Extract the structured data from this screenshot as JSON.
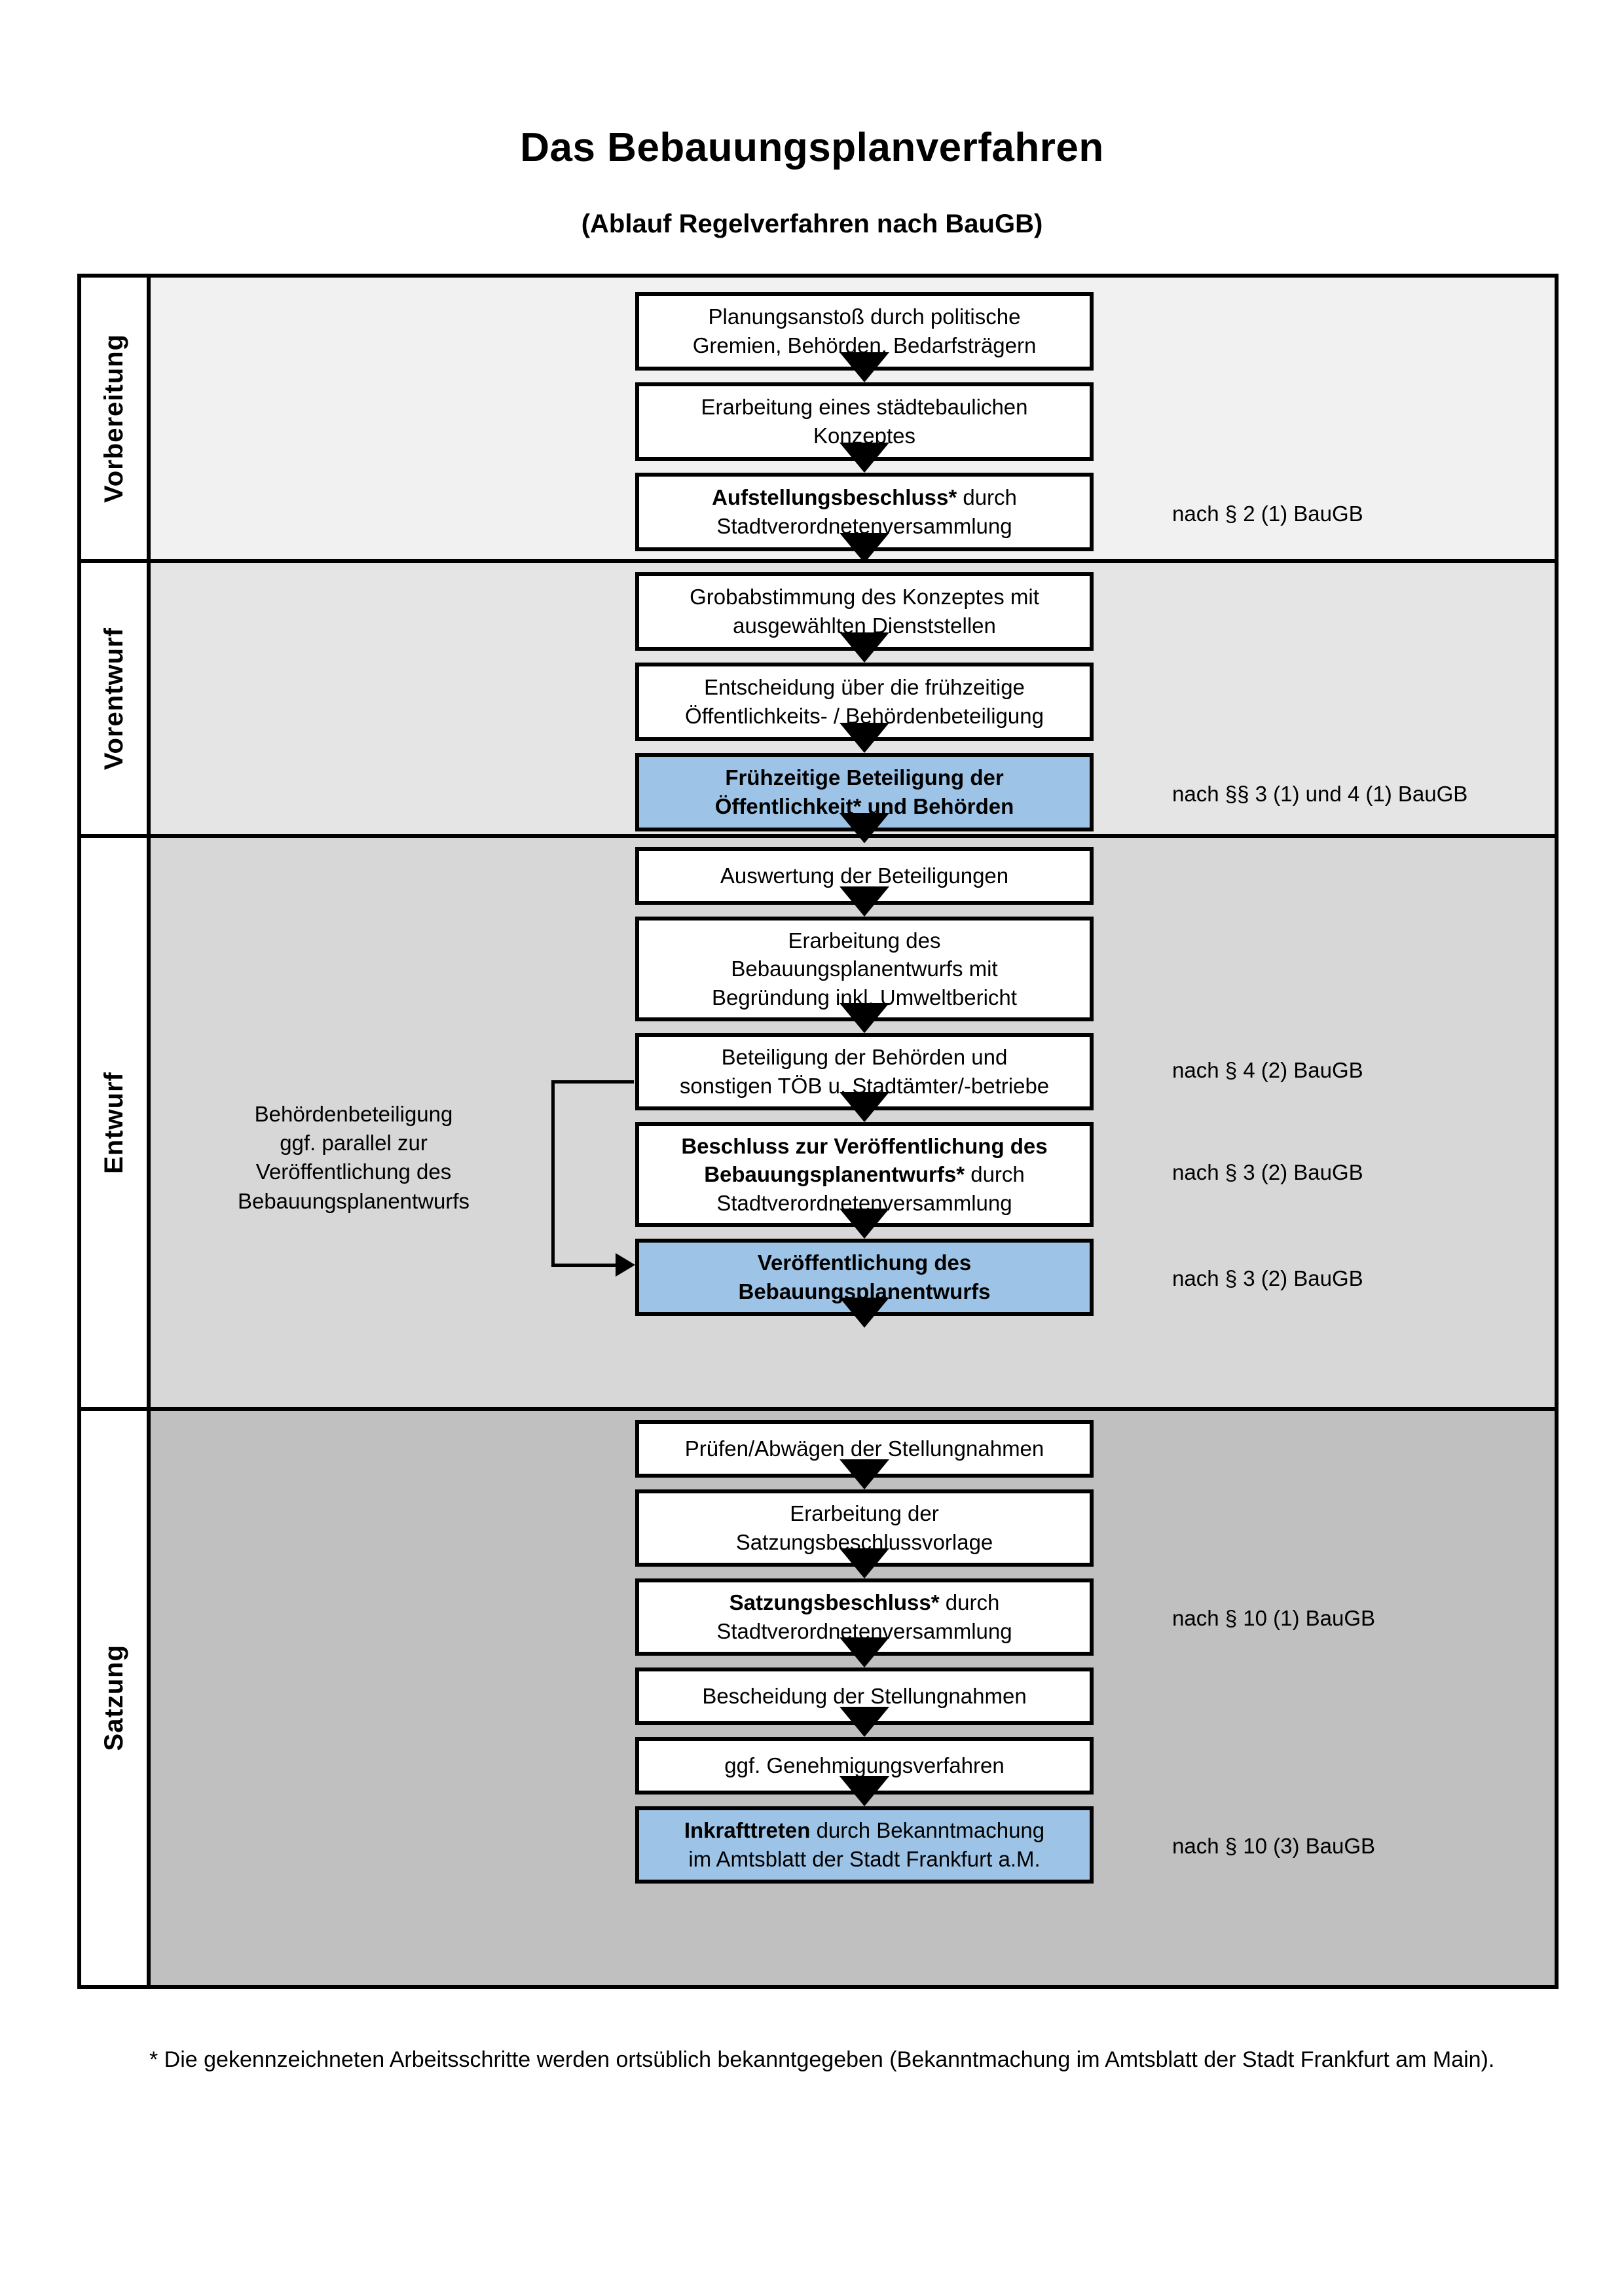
{
  "header": {
    "title": "Das Bebauungsplanverfahren",
    "subtitle": "(Ablauf Regelverfahren nach BauGB)"
  },
  "colors": {
    "highlight_blue": "#9DC3E6",
    "phase_tint_vorbereitung": "#F1F1F1",
    "phase_tint_vorentwurf": "#E5E5E5",
    "phase_tint_entwurf": "#D7D7D7",
    "phase_tint_satzung": "#C0C0C0",
    "outline": "#000000"
  },
  "phases": [
    {
      "id": "vorbereitung",
      "label": "Vorbereitung",
      "steps": [
        {
          "id": "planungsanstoss",
          "lines": [
            {
              "bold": "",
              "rest": "Planungsanstoß durch politische"
            },
            {
              "bold": "",
              "rest": "Gremien, Behörden, Bedarfsträgern"
            }
          ],
          "highlight": false
        },
        {
          "id": "staedtebauliches-konzept",
          "lines": [
            {
              "bold": "",
              "rest": "Erarbeitung eines städtebaulichen"
            },
            {
              "bold": "",
              "rest": "Konzeptes"
            }
          ],
          "highlight": false
        },
        {
          "id": "aufstellungsbeschluss",
          "lines": [
            {
              "bold": "Aufstellungsbeschluss*",
              "rest": " durch"
            },
            {
              "bold": "",
              "rest": "Stadtverordnetenversammlung"
            }
          ],
          "highlight": false
        }
      ],
      "legal_refs": [
        {
          "id": "ref-par-2-1",
          "text": "nach § 2 (1) BauGB"
        }
      ]
    },
    {
      "id": "vorentwurf",
      "label": "Vorentwurf",
      "steps": [
        {
          "id": "grobabstimmung",
          "lines": [
            {
              "bold": "",
              "rest": "Grobabstimmung des Konzeptes mit"
            },
            {
              "bold": "",
              "rest": "ausgewählten Dienststellen"
            }
          ],
          "highlight": false
        },
        {
          "id": "entscheidung-fruehzeitige-beteiligung",
          "lines": [
            {
              "bold": "",
              "rest": "Entscheidung über die frühzeitige"
            },
            {
              "bold": "",
              "rest": "Öffentlichkeits- / Behördenbeteiligung"
            }
          ],
          "highlight": false
        },
        {
          "id": "fruehzeitige-beteiligung",
          "lines": [
            {
              "bold": "Frühzeitige Beteiligung der",
              "rest": ""
            },
            {
              "bold": "Öffentlichkeit* und Behörden",
              "rest": ""
            }
          ],
          "highlight": true
        }
      ],
      "legal_refs": [
        {
          "id": "ref-par-3-1-4-1",
          "text": "nach §§ 3 (1) und 4 (1) BauGB"
        }
      ]
    },
    {
      "id": "entwurf",
      "label": "Entwurf",
      "side_note": "Behördenbeteiligung ggf. parallel zur Veröffentlichung des Bebauungsplanentwurfs",
      "side_note_lines": [
        "Behördenbeteiligung",
        "ggf. parallel zur",
        "Veröffentlichung des",
        "Bebauungsplanentwurfs"
      ],
      "steps": [
        {
          "id": "auswertung-beteiligungen",
          "lines": [
            {
              "bold": "",
              "rest": "Auswertung der Beteiligungen"
            }
          ],
          "highlight": false
        },
        {
          "id": "erarbeitung-bebauungsplanentwurf",
          "lines": [
            {
              "bold": "",
              "rest": "Erarbeitung des"
            },
            {
              "bold": "",
              "rest": "Bebauungsplanentwurfs mit"
            },
            {
              "bold": "",
              "rest": "Begründung inkl. Umweltbericht"
            }
          ],
          "highlight": false
        },
        {
          "id": "beteiligung-behoerden-toeb",
          "lines": [
            {
              "bold": "",
              "rest": "Beteiligung der Behörden und"
            },
            {
              "bold": "",
              "rest": "sonstigen TÖB u. Stadtämter/-betriebe"
            }
          ],
          "highlight": false
        },
        {
          "id": "beschluss-veroeffentlichung",
          "lines": [
            {
              "bold": "Beschluss zur Veröffentlichung des",
              "rest": ""
            },
            {
              "bold": "Bebauungsplanentwurfs*",
              "rest": " durch"
            },
            {
              "bold": "",
              "rest": "Stadtverordnetenversammlung"
            }
          ],
          "highlight": false
        },
        {
          "id": "veroeffentlichung-entwurf",
          "lines": [
            {
              "bold": "Veröffentlichung des",
              "rest": ""
            },
            {
              "bold": "Bebauungsplanentwurfs",
              "rest": ""
            }
          ],
          "highlight": true
        }
      ],
      "legal_refs": [
        {
          "id": "ref-par-4-2",
          "text": "nach § 4 (2) BauGB"
        },
        {
          "id": "ref-par-3-2-a",
          "text": "nach § 3 (2) BauGB"
        },
        {
          "id": "ref-par-3-2-b",
          "text": "nach § 3 (2) BauGB"
        }
      ]
    },
    {
      "id": "satzung",
      "label": "Satzung",
      "steps": [
        {
          "id": "pruefen-abwaegen",
          "lines": [
            {
              "bold": "",
              "rest": "Prüfen/Abwägen der Stellungnahmen"
            }
          ],
          "highlight": false
        },
        {
          "id": "erarbeitung-satzungsbeschlussvorlage",
          "lines": [
            {
              "bold": "",
              "rest": "Erarbeitung der"
            },
            {
              "bold": "",
              "rest": "Satzungsbeschlussvorlage"
            }
          ],
          "highlight": false
        },
        {
          "id": "satzungsbeschluss",
          "lines": [
            {
              "bold": "Satzungsbeschluss*",
              "rest": " durch"
            },
            {
              "bold": "",
              "rest": "Stadtverordnetenversammlung"
            }
          ],
          "highlight": false
        },
        {
          "id": "bescheidung-stellungnahmen",
          "lines": [
            {
              "bold": "",
              "rest": "Bescheidung der Stellungnahmen"
            }
          ],
          "highlight": false
        },
        {
          "id": "genehmigungsverfahren",
          "lines": [
            {
              "bold": "",
              "rest": "ggf. Genehmigungsverfahren"
            }
          ],
          "highlight": false
        },
        {
          "id": "inkrafttreten",
          "lines": [
            {
              "bold": "Inkrafttreten",
              "rest": " durch Bekanntmachung"
            },
            {
              "bold": "",
              "rest": "im Amtsblatt der Stadt Frankfurt a.M."
            }
          ],
          "highlight": true
        }
      ],
      "legal_refs": [
        {
          "id": "ref-par-10-1",
          "text": "nach § 10 (1) BauGB"
        },
        {
          "id": "ref-par-10-3",
          "text": "nach § 10 (3) BauGB"
        }
      ]
    }
  ],
  "footnote": "* Die gekennzeichneten Arbeitsschritte werden ortsüblich bekanntgegeben (Bekanntmachung im Amtsblatt  der Stadt Frankfurt am Main)."
}
